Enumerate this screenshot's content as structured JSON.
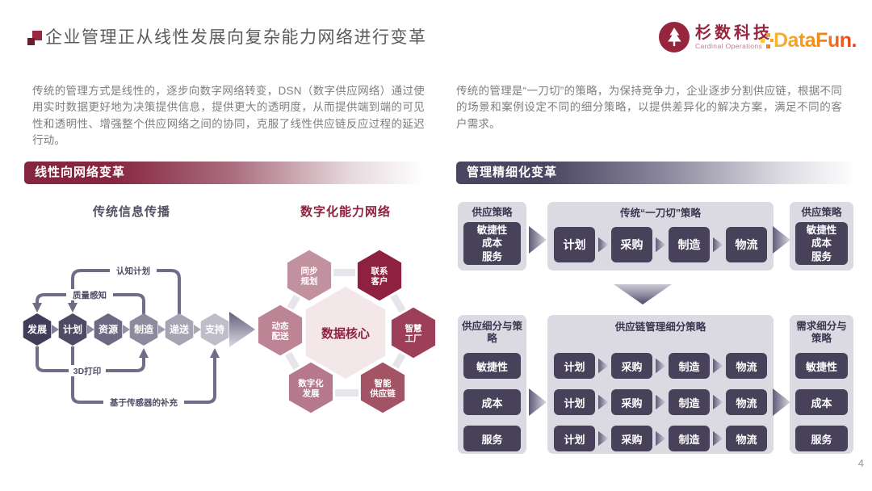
{
  "slide": {
    "page_number": "4"
  },
  "header": {
    "title": "企业管理正从线性发展向复杂能力网络进行变革",
    "cardinal_logo": {
      "name": "杉数科技",
      "subtitle": "Cardinal Operations"
    },
    "datafun_logo": {
      "name": "DataFun."
    }
  },
  "intro": {
    "left_paragraph": "传统的管理方式是线性的，逐步向数字网络转变，DSN（数字供应网络）通过使用实时数据更好地为决策提供信息，提供更大的透明度，从而提供端到端的可见性和透明性、增强整个供应网络之间的协同，克服了线性供应链反应过程的延迟行动。",
    "right_paragraph": "传统的管理是“一刀切”的策略，为保持竞争力，企业逐步分割供应链，根据不同的场景和案例设定不同的细分策略，以提供差异化的解决方案，满足不同的客户需求。"
  },
  "left_section": {
    "banner": "线性向网络变革",
    "flow": {
      "title": "传统信息传播",
      "steps": [
        "发展",
        "计划",
        "资源",
        "制造",
        "递送",
        "支持"
      ],
      "loops": [
        {
          "label": "认知计划"
        },
        {
          "label": "质量感知"
        },
        {
          "label": "3D打印"
        },
        {
          "label": "基于传感器的补充"
        }
      ]
    },
    "network": {
      "title": "数字化能力网络",
      "core": "数据核心",
      "nodes": [
        {
          "line1": "同步",
          "line2": "规划"
        },
        {
          "line1": "联系",
          "line2": "客户"
        },
        {
          "line1": "动态",
          "line2": "配送"
        },
        {
          "line1": "智慧",
          "line2": "工厂"
        },
        {
          "line1": "数字化",
          "line2": "发展"
        },
        {
          "line1": "智能",
          "line2": "供应链"
        }
      ]
    }
  },
  "right_section": {
    "banner": "管理精细化变革",
    "top": {
      "supply_left": {
        "header": "供应策略",
        "lines": [
          "敏捷性",
          "成本",
          "服务"
        ]
      },
      "center": {
        "header": "传统“一刀切”策略",
        "steps": [
          "计划",
          "采购",
          "制造",
          "物流"
        ]
      },
      "supply_right": {
        "header": "供应策略",
        "lines": [
          "敏捷性",
          "成本",
          "服务"
        ]
      }
    },
    "bottom": {
      "left": {
        "header": "供应细分与策略",
        "boxes": [
          "敏捷性",
          "成本",
          "服务"
        ]
      },
      "center": {
        "header": "供应链管理细分策略",
        "steps": [
          "计划",
          "采购",
          "制造",
          "物流"
        ]
      },
      "right": {
        "header": "需求细分与策略",
        "boxes": [
          "敏捷性",
          "成本",
          "服务"
        ]
      }
    }
  },
  "colors": {
    "maroon": "#8e2140",
    "slate_box": "#474159",
    "panel_bg": "#dbdae2",
    "title_gray": "#5a5a5a",
    "body_gray": "#7e7e7e"
  }
}
